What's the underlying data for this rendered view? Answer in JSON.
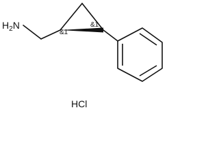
{
  "molecule": {
    "amine_label": "H2N",
    "amine_h": "H",
    "amine_sub": "2",
    "amine_n": "N",
    "stereo_labels": [
      "&1",
      "&1"
    ],
    "salt_label": "HCl"
  },
  "colors": {
    "bond": "#111111",
    "text": "#111111",
    "background": "#ffffff"
  }
}
